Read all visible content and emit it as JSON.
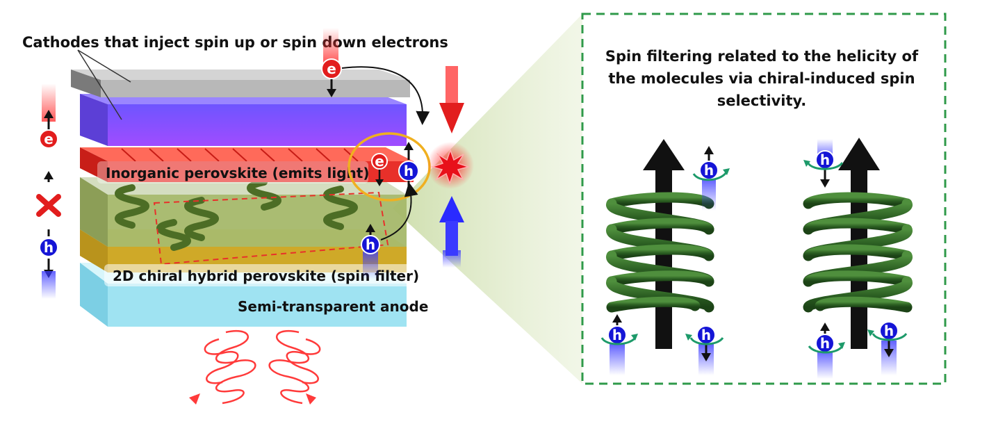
{
  "labels": {
    "cathodes": "Cathodes that inject spin up or spin down electrons",
    "inorganic": "Inorganic perovskite (emits light)",
    "chiral": "2D chiral hybrid perovskite (spin filter)",
    "anode": "Semi-transparent anode",
    "panel_line1": "Spin filtering related to the helicity of",
    "panel_line2": "the molecules via chiral-induced spin",
    "panel_line3": "selectivity."
  },
  "particles": {
    "electron": "e",
    "hole": "h"
  },
  "colors": {
    "electron": "#e21d1d",
    "hole": "#1515d6",
    "helix": "#2e6b24",
    "panel_border": "#2f9a4a",
    "cathode": "#b8b8b8",
    "violet_layer": "#8a3cff",
    "perovskite": "#e8302a",
    "anode": "#9fe3f2"
  }
}
